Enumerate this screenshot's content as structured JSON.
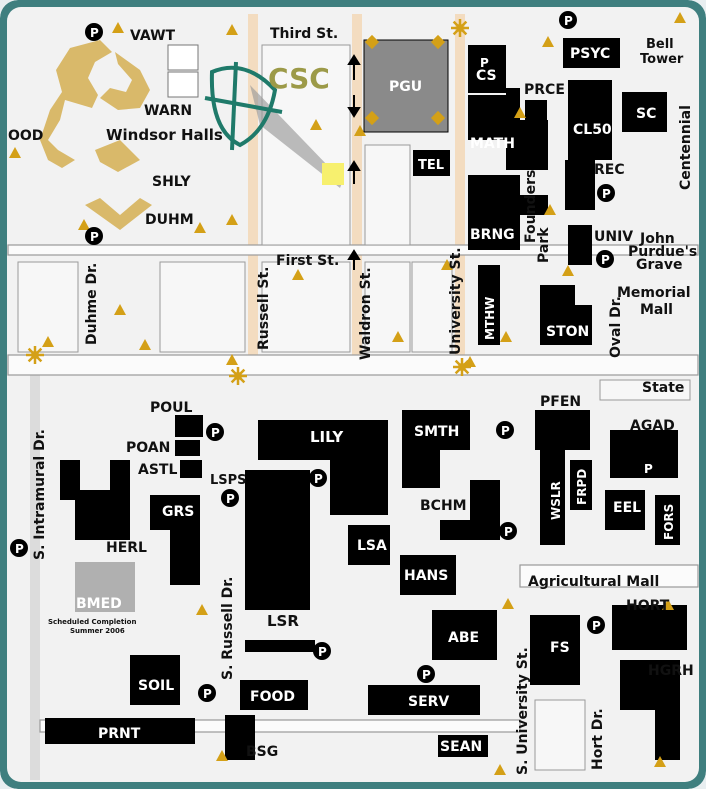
{
  "colors": {
    "frame": "#3f7f7f",
    "background": "#f2f2f2",
    "building": "#000000",
    "residence_hall": "#d9b96a",
    "landmark": "#d4a017",
    "pgu": "#8a8a8a",
    "csc_logo": "#1f7a6a",
    "csc_text": "#9c9a48",
    "highlight": "#f7f06e",
    "bmed": "#b0b0b0",
    "median": "#f3dcc0"
  },
  "icons": {
    "parking": "parking-icon",
    "landmark": "triangle-icon",
    "gate": "starburst-icon"
  },
  "logo": {
    "text": "CSC"
  },
  "streets": {
    "third": "Third St.",
    "first": "First St.",
    "russell": "Russell St.",
    "waldron": "Waldron St.",
    "university": "University St.",
    "duhme": "Duhme Dr.",
    "s_intramural": "S. Intramural Dr.",
    "s_russell": "S. Russell Dr.",
    "s_university": "S. University St.",
    "hort_dr": "Hort Dr.",
    "oval": "Oval Dr.",
    "state": "State",
    "centennial": "Centennial",
    "agricultural_mall": "Agricultural Mall",
    "memorial_mall": "Memorial\nMall",
    "founders_park": "Founders\nPark",
    "purdue_grave": "John\nPurdue's\nGrave"
  },
  "residence": {
    "vawt": "VAWT",
    "warn": "WARN",
    "windsor": "Windsor Halls",
    "shly": "SHLY",
    "duhm": "DUHM",
    "ood": "OOD"
  },
  "buildings": {
    "pgu": "PGU",
    "tel": "TEL",
    "cs": "CS",
    "psyc": "PSYC",
    "bell_tower": "Bell\nTower",
    "prce": "PRCE",
    "math": "MATH",
    "cl50": "CL50",
    "sc": "SC",
    "rec": "REC",
    "brng": "BRNG",
    "univ": "UNIV",
    "mthw": "MTHW",
    "ston": "STON",
    "poul": "POUL",
    "poan": "POAN",
    "astl": "ASTL",
    "lsps": "LSPS",
    "lily": "LILY",
    "smth": "SMTH",
    "pfen": "PFEN",
    "agad": "AGAD",
    "herl": "HERL",
    "grs": "GRS",
    "bchm": "BCHM",
    "lsa": "LSA",
    "wslr": "WSLR",
    "frpd": "FRPD",
    "eel": "EEL",
    "fors": "FORS",
    "hans": "HANS",
    "bmed": "BMED",
    "bmed_note": "Scheduled Completion\nSummer 2006",
    "lsr": "LSR",
    "abe": "ABE",
    "fs": "FS",
    "hort": "HORT",
    "hgrh": "HGRH",
    "soil": "SOIL",
    "food": "FOOD",
    "serv": "SERV",
    "prnt": "PRNT",
    "sean": "SEAN",
    "bsg": "BSG"
  }
}
